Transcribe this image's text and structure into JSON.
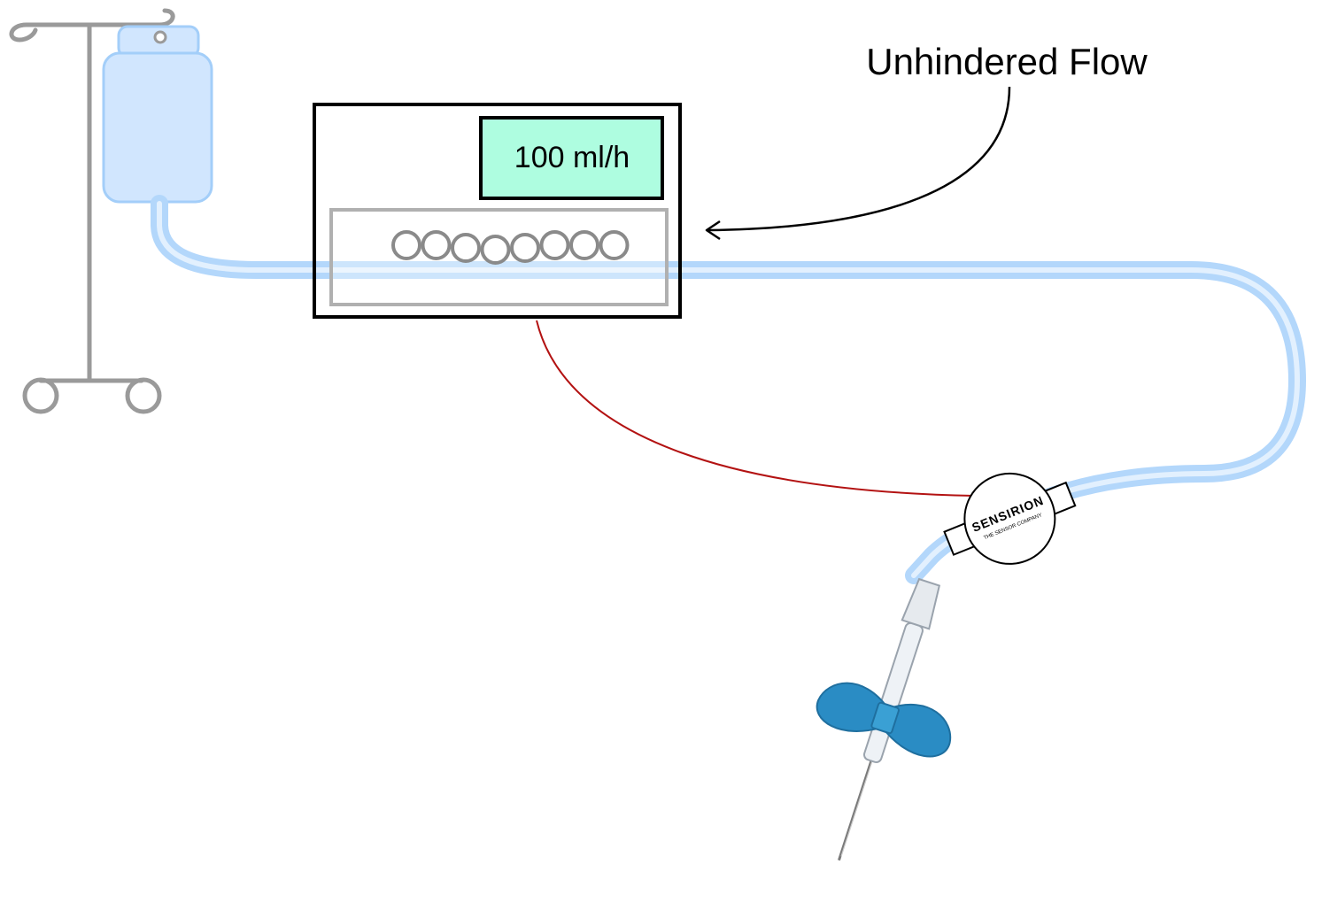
{
  "annotation": {
    "text": "Unhindered Flow"
  },
  "pump": {
    "display_value": "100 ml/h",
    "display_color": "#aefde0",
    "roller_count": 8
  },
  "sensor": {
    "brand": "SENSIRION",
    "tagline": "THE SENSOR COMPANY",
    "brand_color": "#5cc85c"
  },
  "colors": {
    "tube": "#b3d7fb",
    "tube_core": "#e2f0fe",
    "bag": "#d1e6fe",
    "bag_outline": "#a3cef9",
    "stand": "#9a9a9a",
    "cable": "#b31212",
    "wings": "#2a8cc4"
  }
}
